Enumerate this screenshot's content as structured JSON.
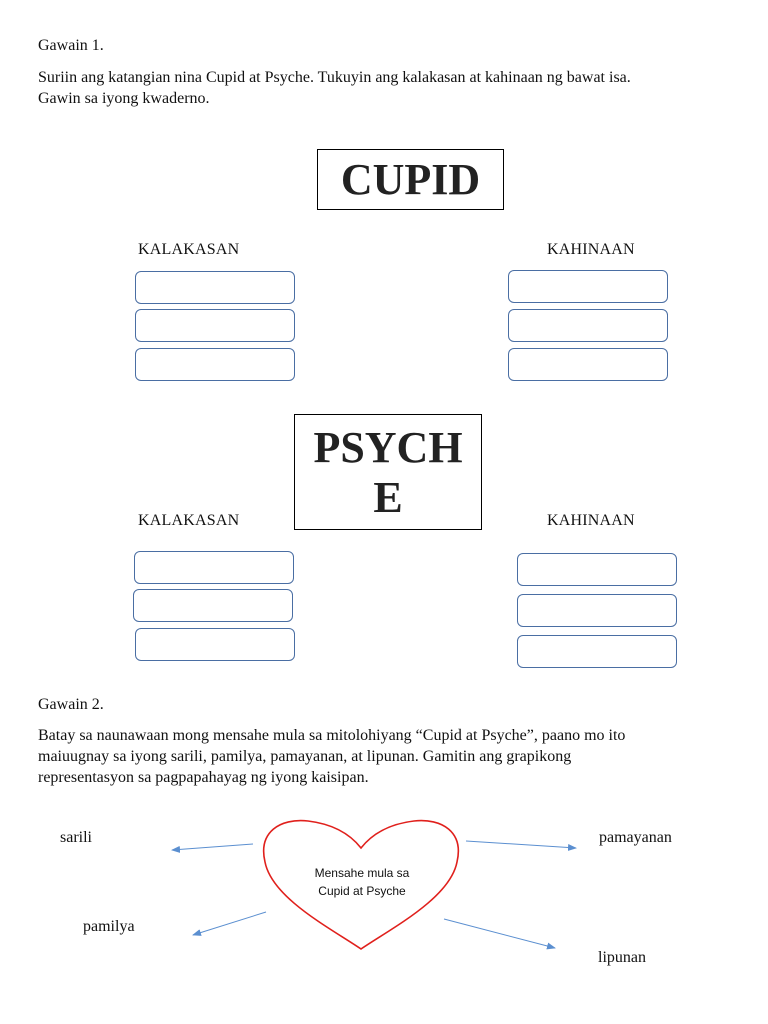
{
  "gawain1": {
    "heading": "Gawain 1.",
    "instruction_line1": "Suriin ang katangian nina Cupid at Psyche. Tukuyin ang kalakasan at kahinaan ng bawat isa.",
    "instruction_line2": "Gawin sa iyong kwaderno.",
    "cupid": {
      "title": "CUPID",
      "left_label": "KALAKASAN",
      "right_label": "KAHINAAN"
    },
    "psyche": {
      "title_line1": "PSYCH",
      "title_line2": "E",
      "left_label": "KALAKASAN",
      "right_label": "KAHINAAN"
    }
  },
  "gawain2": {
    "heading": "Gawain 2.",
    "instruction_line1": "Batay sa naunawaan mong mensahe mula sa mitolohiyang “Cupid at Psyche”, paano mo ito",
    "instruction_line2": "maiuugnay sa iyong sarili, pamilya, pamayanan, at lipunan. Gamitin ang grapikong",
    "instruction_line3": "representasyon sa pagpapahayag ng iyong kaisipan.",
    "heart_line1": "Mensahe mula sa",
    "heart_line2": "Cupid at Psyche",
    "branches": {
      "sarili": "sarili",
      "pamilya": "pamilya",
      "pamayanan": "pamayanan",
      "lipunan": "lipunan"
    },
    "heart_color": "#e0201c",
    "arrow_color": "#5b8fd0"
  }
}
